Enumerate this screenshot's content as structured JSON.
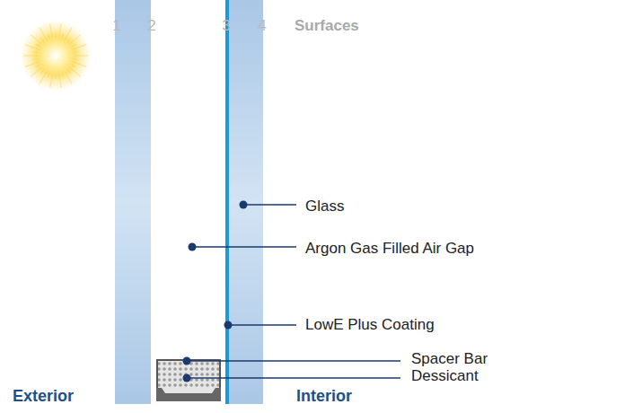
{
  "diagram": {
    "labels": [
      "1",
      "2",
      "3",
      "4",
      "Surfaces",
      "Glass",
      "Argon Gas Filled Air Gap",
      "LowE Plus Coating",
      "Spacer Bar",
      "Dessicant",
      "Exterior",
      "Interior"
    ]
  }
}
